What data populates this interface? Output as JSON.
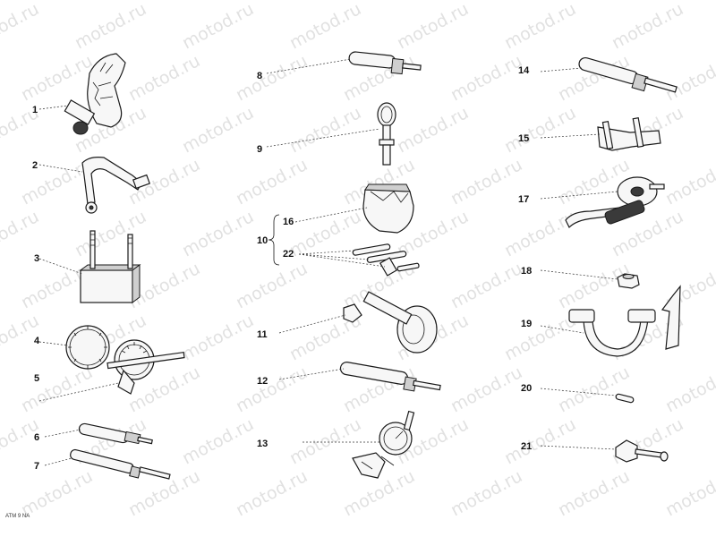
{
  "watermark": {
    "text": "motod.ru",
    "color": "#c9c9c9"
  },
  "drawing_code": "ATM 9 NA",
  "callouts": [
    {
      "label": "1"
    },
    {
      "label": "2"
    },
    {
      "label": "3"
    },
    {
      "label": "4"
    },
    {
      "label": "5"
    },
    {
      "label": "6"
    },
    {
      "label": "7"
    },
    {
      "label": "8"
    },
    {
      "label": "9"
    },
    {
      "label": "16"
    },
    {
      "label": "10"
    },
    {
      "label": "22"
    },
    {
      "label": "11"
    },
    {
      "label": "12"
    },
    {
      "label": "13"
    },
    {
      "label": "14"
    },
    {
      "label": "15"
    },
    {
      "label": "17"
    },
    {
      "label": "18"
    },
    {
      "label": "19"
    },
    {
      "label": "20"
    },
    {
      "label": "21"
    }
  ]
}
